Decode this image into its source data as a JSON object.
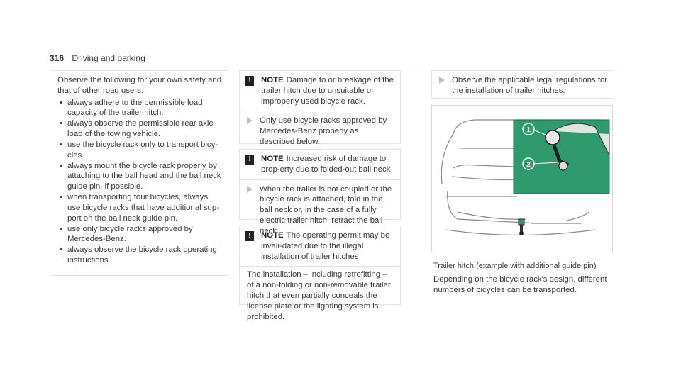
{
  "header": {
    "page_number": "316",
    "section": "Driving and parking"
  },
  "safety": {
    "intro": "Observe the following for your own safety and that of other road users:",
    "items": [
      "always adhere to the permissible load capacity of the trailer hitch.",
      "always observe the permissible rear axle load of the towing vehicle.",
      "use the bicycle rack only to transport bicy-cles.",
      "always mount the bicycle rack properly by attaching to the ball head and the ball neck guide pin, if possible.",
      "when transporting four bicycles, always use bicycle racks that have additional sup-port on the ball neck guide pin.",
      "use only bicycle racks approved by Mercedes-Benz.",
      "always observe the bicycle rack operating instructions."
    ]
  },
  "notes": [
    {
      "label": "NOTE",
      "text": "Damage to or breakage of the trailer hitch due to unsuitable or improperly used bicycle rack.",
      "step": "Only use bicycle racks approved by Mercedes-Benz properly as described below."
    },
    {
      "label": "NOTE",
      "text": "Increased risk of damage to prop-erty due to folded-out ball neck",
      "step": "When the trailer is not coupled or the bicycle rack is attached, fold in the ball neck or, in the case of a fully electric trailer hitch, retract the ball neck."
    },
    {
      "label": "NOTE",
      "text": "The operating permit may be invali-dated due to the illegal installation of trailer hitches",
      "body": "The installation – including retrofitting – of a non-folding or non-removable trailer hitch that even partially conceals the license plate or the lighting system is prohibited."
    }
  ],
  "warning_icon": "!",
  "regulations_step": "Observe the applicable legal regulations for the installation of trailer hitches.",
  "figure": {
    "callouts": [
      "1",
      "2"
    ],
    "accent_color": "#2e9a6e"
  },
  "caption": "Trailer hitch (example with additional guide pin)",
  "paragraph": "Depending on the bicycle rack's design, different numbers of bicycles can be transported."
}
